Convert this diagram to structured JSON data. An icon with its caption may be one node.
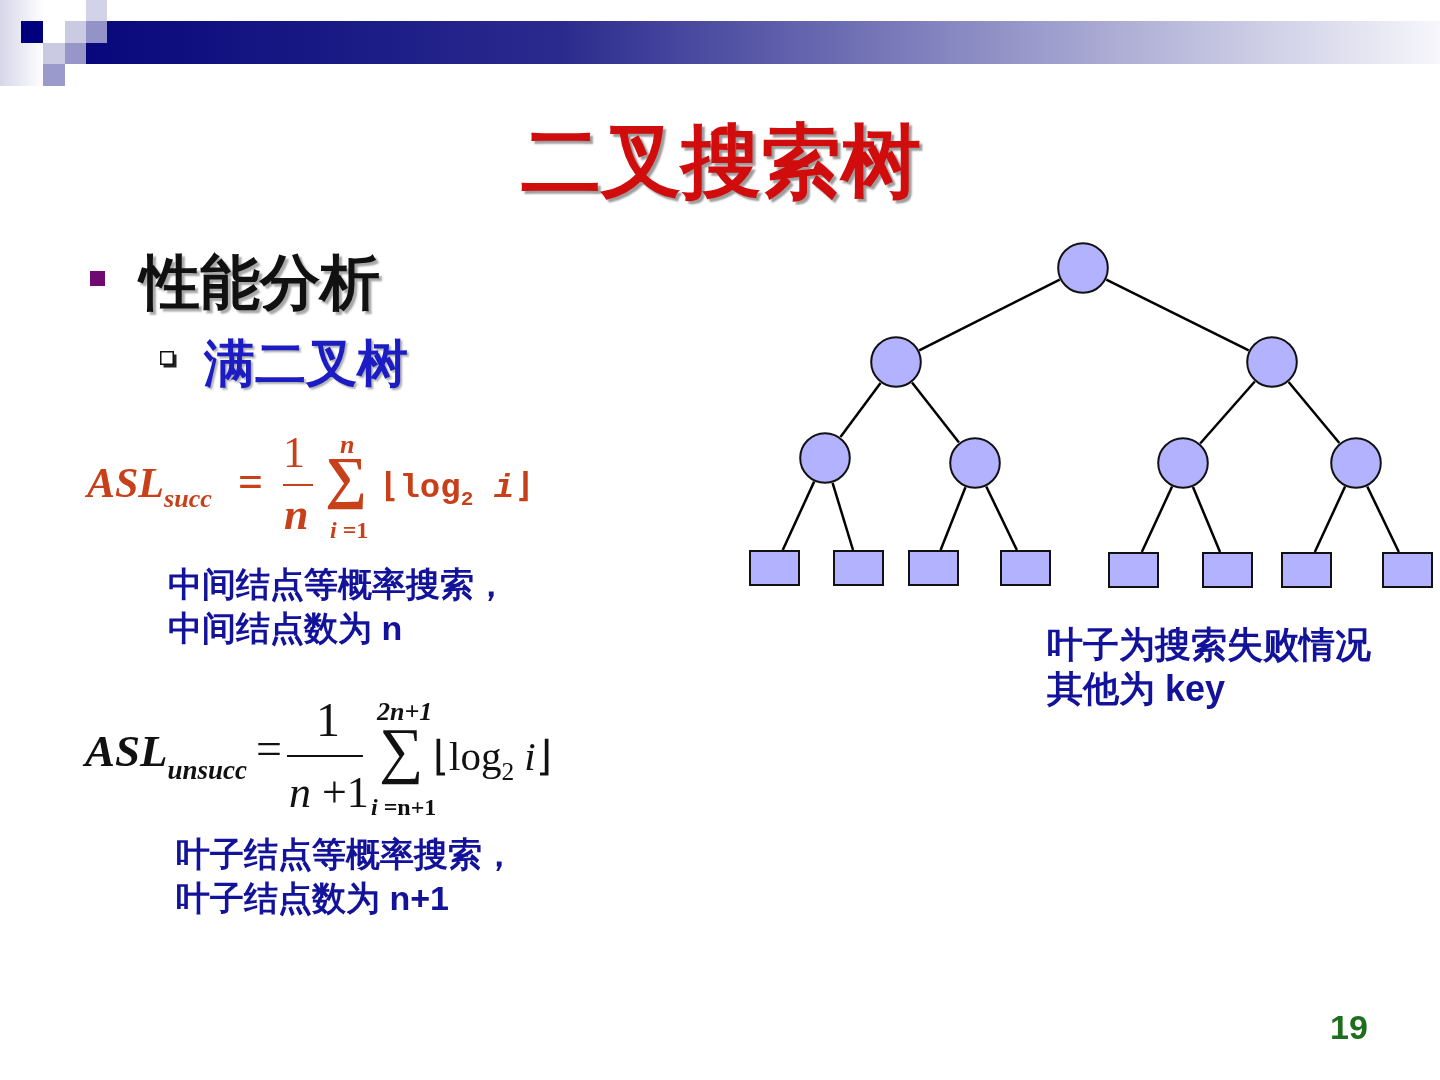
{
  "diagram": {
    "title": "二叉搜索树",
    "nodes": [
      {
        "text": [],
        "shape": "circle"
      },
      {
        "text": [],
        "shape": "circle"
      },
      {
        "text": [],
        "shape": "circle"
      },
      {
        "text": [],
        "shape": "circle"
      },
      {
        "text": [],
        "shape": "circle"
      },
      {
        "text": [],
        "shape": "circle"
      },
      {
        "text": [],
        "shape": "circle"
      },
      {
        "text": [],
        "shape": "box"
      },
      {
        "text": [],
        "shape": "box"
      },
      {
        "text": [],
        "shape": "box"
      },
      {
        "text": [],
        "shape": "box"
      },
      {
        "text": [],
        "shape": "box"
      },
      {
        "text": [],
        "shape": "box"
      },
      {
        "text": [],
        "shape": "box"
      },
      {
        "text": [],
        "shape": "box"
      }
    ],
    "edges": [
      {
        "from": 0,
        "to": 1,
        "arrow": "none"
      },
      {
        "from": 0,
        "to": 2,
        "arrow": "none"
      },
      {
        "from": 1,
        "to": 3,
        "arrow": "none"
      },
      {
        "from": 1,
        "to": 4,
        "arrow": "none"
      },
      {
        "from": 2,
        "to": 5,
        "arrow": "none"
      },
      {
        "from": 2,
        "to": 6,
        "arrow": "none"
      },
      {
        "from": 3,
        "to": 7,
        "arrow": "none"
      },
      {
        "from": 3,
        "to": 8,
        "arrow": "none"
      },
      {
        "from": 4,
        "to": 9,
        "arrow": "none"
      },
      {
        "from": 4,
        "to": 10,
        "arrow": "none"
      },
      {
        "from": 5,
        "to": 11,
        "arrow": "none"
      },
      {
        "from": 5,
        "to": 12,
        "arrow": "none"
      },
      {
        "from": 6,
        "to": 13,
        "arrow": "none"
      },
      {
        "from": 6,
        "to": 14,
        "arrow": "none"
      }
    ],
    "labels": [
      "性能分析",
      "满二叉树",
      "ASL$_{succ}$",
      "=",
      "1",
      "n",
      "n",
      "∑",
      "*i* =1",
      "⌊log$_{2}$ *i*⌋",
      "中间结点等概率搜索，中间结点数为 n",
      "ASL$_{unsucc}$",
      "=",
      "1",
      "*n* +1",
      "2n+1",
      "∑",
      "*i* =n+1",
      "⌊log$_{2}$ *i*⌋",
      "叶子结点等概率搜索，叶子结点数为 n+1",
      "叶子为搜索失败情况其他为 key",
      "19"
    ]
  }
}
